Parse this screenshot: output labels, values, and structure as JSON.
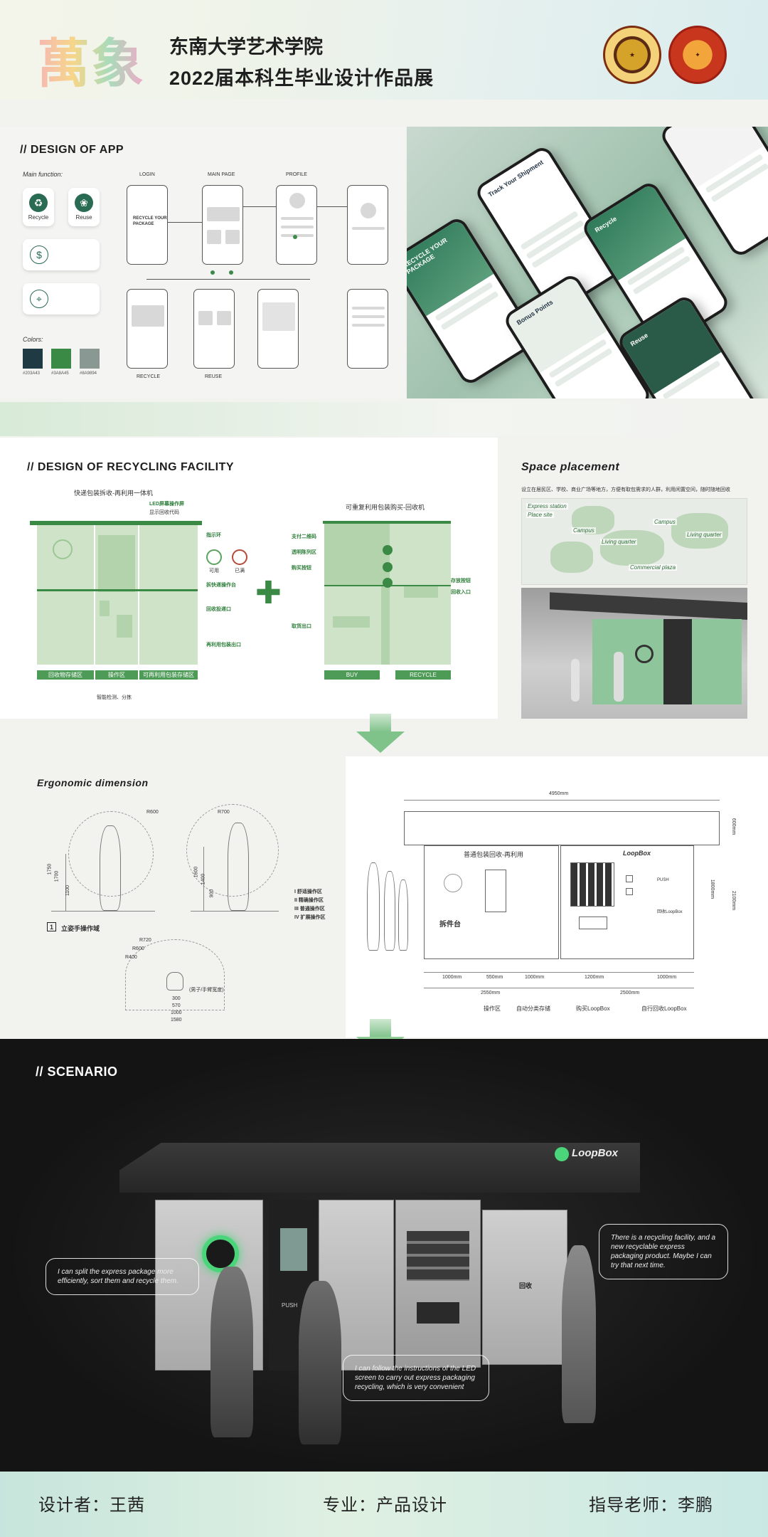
{
  "header": {
    "logo_art": "萬象",
    "title_line1": "东南大学艺术学院",
    "title_line2": "2022届本科生毕业设计作品展"
  },
  "app_section": {
    "title": "// DESIGN OF APP",
    "main_function_label": "Main function:",
    "functions": [
      {
        "label": "Recycle",
        "icon": "recycle-icon"
      },
      {
        "label": "Reuse",
        "icon": "reuse-icon"
      }
    ],
    "colors_label": "Colors:",
    "colors": [
      {
        "hex": "#203A43",
        "label": "#203A43"
      },
      {
        "hex": "#3A8A45",
        "label": "#3A8A45"
      },
      {
        "hex": "#8A9894",
        "label": "#8A9894"
      }
    ],
    "flow_labels": {
      "login": "LOGIN",
      "main_page": "MAIN PAGE",
      "profile": "PROFILE",
      "recycle": "RECYCLE",
      "reuse": "REUSE"
    },
    "login_screen_text": "RECYCLE YOUR PACKAGE",
    "mockups": [
      {
        "title": "Track Your Shipment"
      },
      {
        "title": "Recycle"
      },
      {
        "title": "Bonus Points"
      },
      {
        "title": "Reuse"
      },
      {
        "title": "RECYCLE YOUR PACKAGE"
      }
    ]
  },
  "recycling_section": {
    "title": "// DESIGN OF RECYCLING FACILITY",
    "machine1_title": "快递包装拆收-再利用一体机",
    "machine2_title": "可重复利用包装购买-回收机",
    "bottom_tags_m1": [
      "回收物存储区",
      "操作区",
      "可再利用包装存储区"
    ],
    "bottom_tags_m2": [
      "BUY",
      "RECYCLE"
    ],
    "m1_callouts": [
      "LED屏幕操作屏",
      "显示回收代码",
      "指示环",
      "拆快递操作台",
      "回收投递口",
      "再利用包装出口"
    ],
    "m2_callouts": [
      "支付二维码",
      "透明陈列区",
      "购买按钮",
      "取货出口",
      "存放按钮",
      "回收入口"
    ],
    "m1_footer": "智能检测、分拣",
    "indicator_labels": [
      "可用",
      "已满"
    ]
  },
  "space_section": {
    "title": "Space placement",
    "description": "设立在居民区、学校、商业广场等地方，方便有取包需求的人群，利用闲置空间，随时随地回收",
    "map_legend": [
      "Express station",
      "Place site"
    ],
    "map_tags": [
      "Campus",
      "Living quarter",
      "Commercial plaza",
      "Living quarter",
      "Campus"
    ]
  },
  "ergo_section": {
    "title": "Ergonomic dimension",
    "zone_caption": "立姿手操作域",
    "zone_number": "1",
    "legend": [
      "I 舒适操作区",
      "II 精确操作区",
      "III 普通操作区",
      "IV 扩展操作区"
    ],
    "dims_left": [
      "R600",
      "R700",
      "1750",
      "1700",
      "1600",
      "1400",
      "1100",
      "900"
    ],
    "dims_bottom": [
      "R720",
      "R600",
      "R400",
      "300",
      "570",
      "1000",
      "1580"
    ],
    "hand_caption": "(男子/手臂宽度)"
  },
  "dimension_drawing": {
    "total_width": "4950mm",
    "canopy_height": "600mm",
    "height_total": "2100mm",
    "height_body": "1800mm",
    "segment_m1_label": "普通包装回收-再利用",
    "segment_m2_label": "LoopBox",
    "desk_label": "拆件台",
    "dims_row1": [
      "1000mm",
      "550mm",
      "1000mm",
      "1200mm",
      "1000mm"
    ],
    "dims_row2": [
      "2550mm",
      "2500mm"
    ],
    "zone_labels": [
      "操作区",
      "自动分类存储",
      "购买LoopBox",
      "自行回收LoopBox"
    ],
    "panel_push_text": "PUSH",
    "panel_screen_text": "回收LoopBox"
  },
  "scenario_section": {
    "title": "// SCENARIO",
    "brand": "LoopBox",
    "bubble_left": "I can split the express package more efficiently, sort them and recycle them.",
    "bubble_center": "I can follow the instructions of the LED screen to carry out express packaging recycling, which is very convenient",
    "bubble_right": "There is a recycling facility, and a new recyclable express packaging product. Maybe I can try that next time.",
    "push_label": "PUSH",
    "panel_label": "回收"
  },
  "footer": {
    "designer": "设计者：王茜",
    "major": "专业：产品设计",
    "advisor": "指导老师：李鹏"
  }
}
